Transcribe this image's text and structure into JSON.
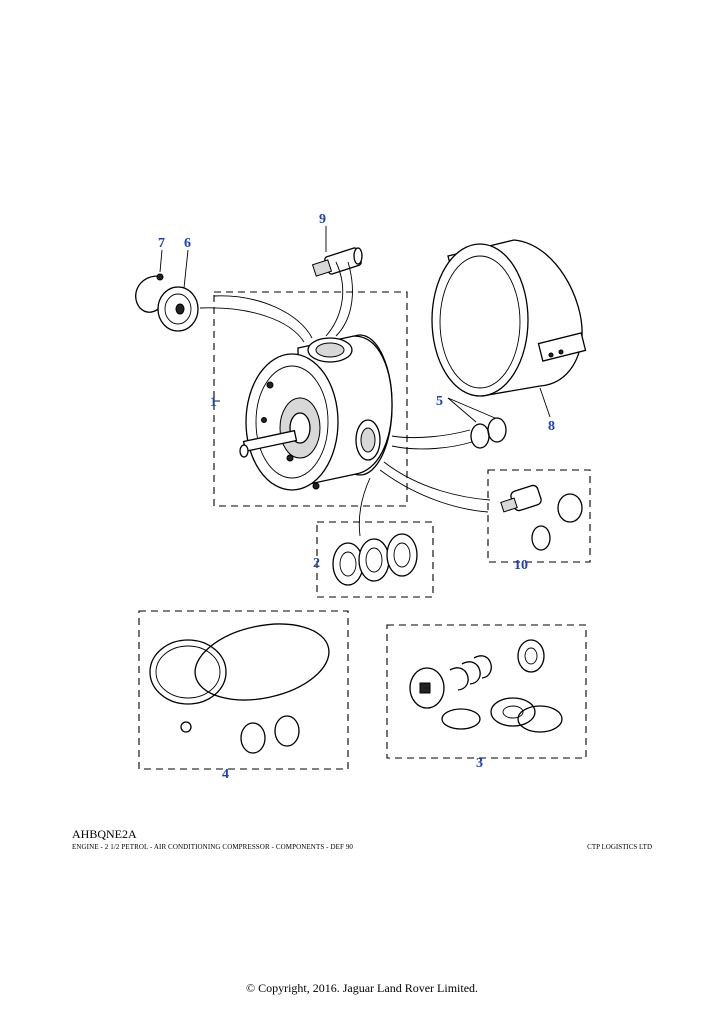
{
  "callouts": {
    "c1": "1",
    "c2": "2",
    "c3": "3",
    "c4": "4",
    "c5": "5",
    "c6": "6",
    "c7": "7",
    "c8": "8",
    "c9": "9",
    "c10": "10"
  },
  "footer": {
    "ref_code": "AHBQNE2A",
    "caption": "ENGINE - 2 1/2 PETROL - AIR CONDITIONING COMPRESSOR - COMPONENTS - DEF 90",
    "supplier": "CTP LOGISTICS LTD",
    "copyright": "© Copyright, 2016. Jaguar Land Rover Limited."
  },
  "colors": {
    "callout": "#1a3fbf",
    "line": "#000000"
  }
}
